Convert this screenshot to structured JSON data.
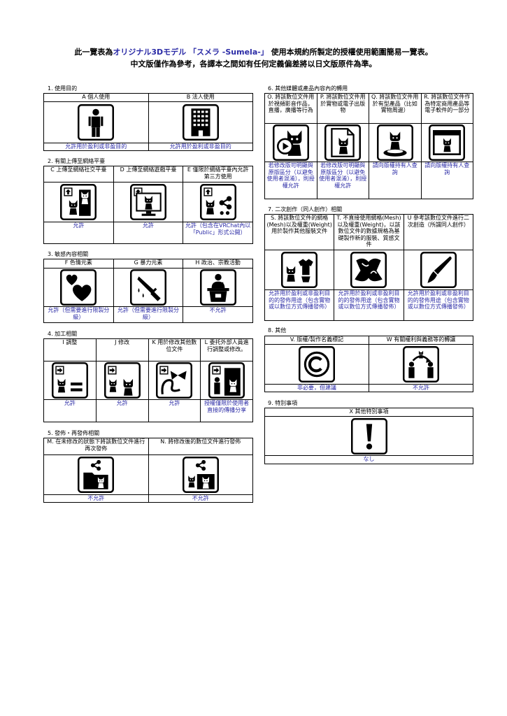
{
  "title": {
    "line1_pre": "此一覽表為",
    "line1_highlight": "オリジナル3Dモデル 「スメラ -Sumela-」",
    "line1_post": " 使用本規約所製定的授權使用範圍簡易一覽表。",
    "line2": "中文版僅作為參考，各譯本之間如有任何定義偏差將以日文版原件為準。"
  },
  "colors": {
    "result_text": "#2b2ba6",
    "border": "#000000"
  },
  "sections": {
    "s1": {
      "heading": "1. 使用目的",
      "columns": [
        {
          "header": "A 個人使用",
          "icon": "person-icon",
          "result": "允許用於盈利或非盈目的"
        },
        {
          "header": "B 法人使用",
          "icon": "building-icon",
          "result": "允許用於盈利或非盈目的"
        }
      ]
    },
    "s2": {
      "heading": "2. 有關上傳至網絡平臺",
      "columns": [
        {
          "header": "C 上傳至網絡社交平臺",
          "icon": "social-upload-icon",
          "result": "允許"
        },
        {
          "header": "D 上傳至網絡遊戲平臺",
          "icon": "game-upload-icon",
          "result": "允許"
        },
        {
          "header": "E 僅限於網絡平臺內允許第三方使用",
          "icon": "share-upload-icon",
          "result": "允許（包含在VRChat內以「Public」形式公開）"
        }
      ]
    },
    "s3": {
      "heading": "3. 敏感內容相關",
      "columns": [
        {
          "header": "F 色情元素",
          "icon": "hearts-icon",
          "result": "允許（但需要進行限製分級）"
        },
        {
          "header": "G 暴力元素",
          "icon": "knife-icon",
          "result": "允許（但需要進行限製分級）"
        },
        {
          "header": "H 政治、宗教活動",
          "icon": "podium-icon",
          "result": "不允許"
        }
      ]
    },
    "s4": {
      "heading": "4. 加工相關",
      "columns": [
        {
          "header": "I 調整",
          "icon": "adjust-icon",
          "result": "允許"
        },
        {
          "header": "J 修改",
          "icon": "modify-icon",
          "result": "允許"
        },
        {
          "header": "K 用於修改其他數位文件",
          "icon": "modify-other-icon",
          "result": "允許"
        },
        {
          "header": "L 委托外部人員進行調整或修改。",
          "icon": "outsource-icon",
          "result": "授權僅限於使用者直接的傳播分享"
        }
      ]
    },
    "s5": {
      "heading": "5. 發佈・再發佈相關",
      "columns": [
        {
          "header": "M. 在未修改的狀態下將該數位文件進行再次發佈",
          "icon": "redistribute-icon",
          "result": "不允許"
        },
        {
          "header": "N. 將修改後的數位文件進行發佈",
          "icon": "redistribute-modified-icon",
          "result": "不允許"
        }
      ]
    },
    "s6": {
      "heading": "6. 其他媒體或產品內容內的轉用",
      "columns": [
        {
          "header": "O. 將該數位文件用於視頻影音作品，直播，廣播等行為",
          "icon": "video-icon",
          "result": "若修改版可明顯與原版區分（以避免使用者混淆），則授權允許"
        },
        {
          "header": "P. 將該數位文件用於實物或電子出版物",
          "icon": "document-icon",
          "result": "若修改版可明顯與原版區分（以避免使用者混淆），則授權允許"
        },
        {
          "header": "Q. 將該數位文件用於有型產品（比如實物周邊）",
          "icon": "merch-icon",
          "result": "請向版權持有人查詢"
        },
        {
          "header": "R. 將該數位文件作為特定商用產品等電子軟件的一部分",
          "icon": "software-icon",
          "result": "請向版權持有人查詢"
        }
      ]
    },
    "s7": {
      "heading": "7. 二次創作（同人創作）相關",
      "columns": [
        {
          "header": "S. 將該數位文件的網格(Mesh)以及權重(Weight)用於製作其他服裝文件",
          "icon": "mesh-clothing-icon",
          "result": "允許用於盈利或非盈利目的的發佈用途（包含實物或以數位方式傳播發佈）"
        },
        {
          "header": "T. 不直接使用網格(Mesh)以及權重(Weight)，以該數位文件的數據規格為基礎製作新的服裝、質感文件",
          "icon": "texture-icon",
          "result": "允許用於盈利或非盈利目的的發佈用途（包含實物或以數位方式傳播發佈）"
        },
        {
          "header": "U 參考該數位文件進行二次創造（所謂同人創作）",
          "icon": "brush-icon",
          "result": "允許用於盈利或非盈利目的的發佈用途（包含實物或以數位方式傳播發佈）"
        }
      ]
    },
    "s8": {
      "heading": "8. 其他",
      "columns": [
        {
          "header": "V. 版權/製作名義標記",
          "icon": "copyright-icon",
          "result": "非必要，但建議"
        },
        {
          "header": "W 有關權利與義務等的轉讓",
          "icon": "transfer-icon",
          "result": "不允許"
        }
      ]
    },
    "s9": {
      "heading": "9. 特別事項",
      "columns": [
        {
          "header": "X 其他特別事項",
          "icon": "exclamation-icon",
          "result": "なし"
        }
      ]
    }
  }
}
